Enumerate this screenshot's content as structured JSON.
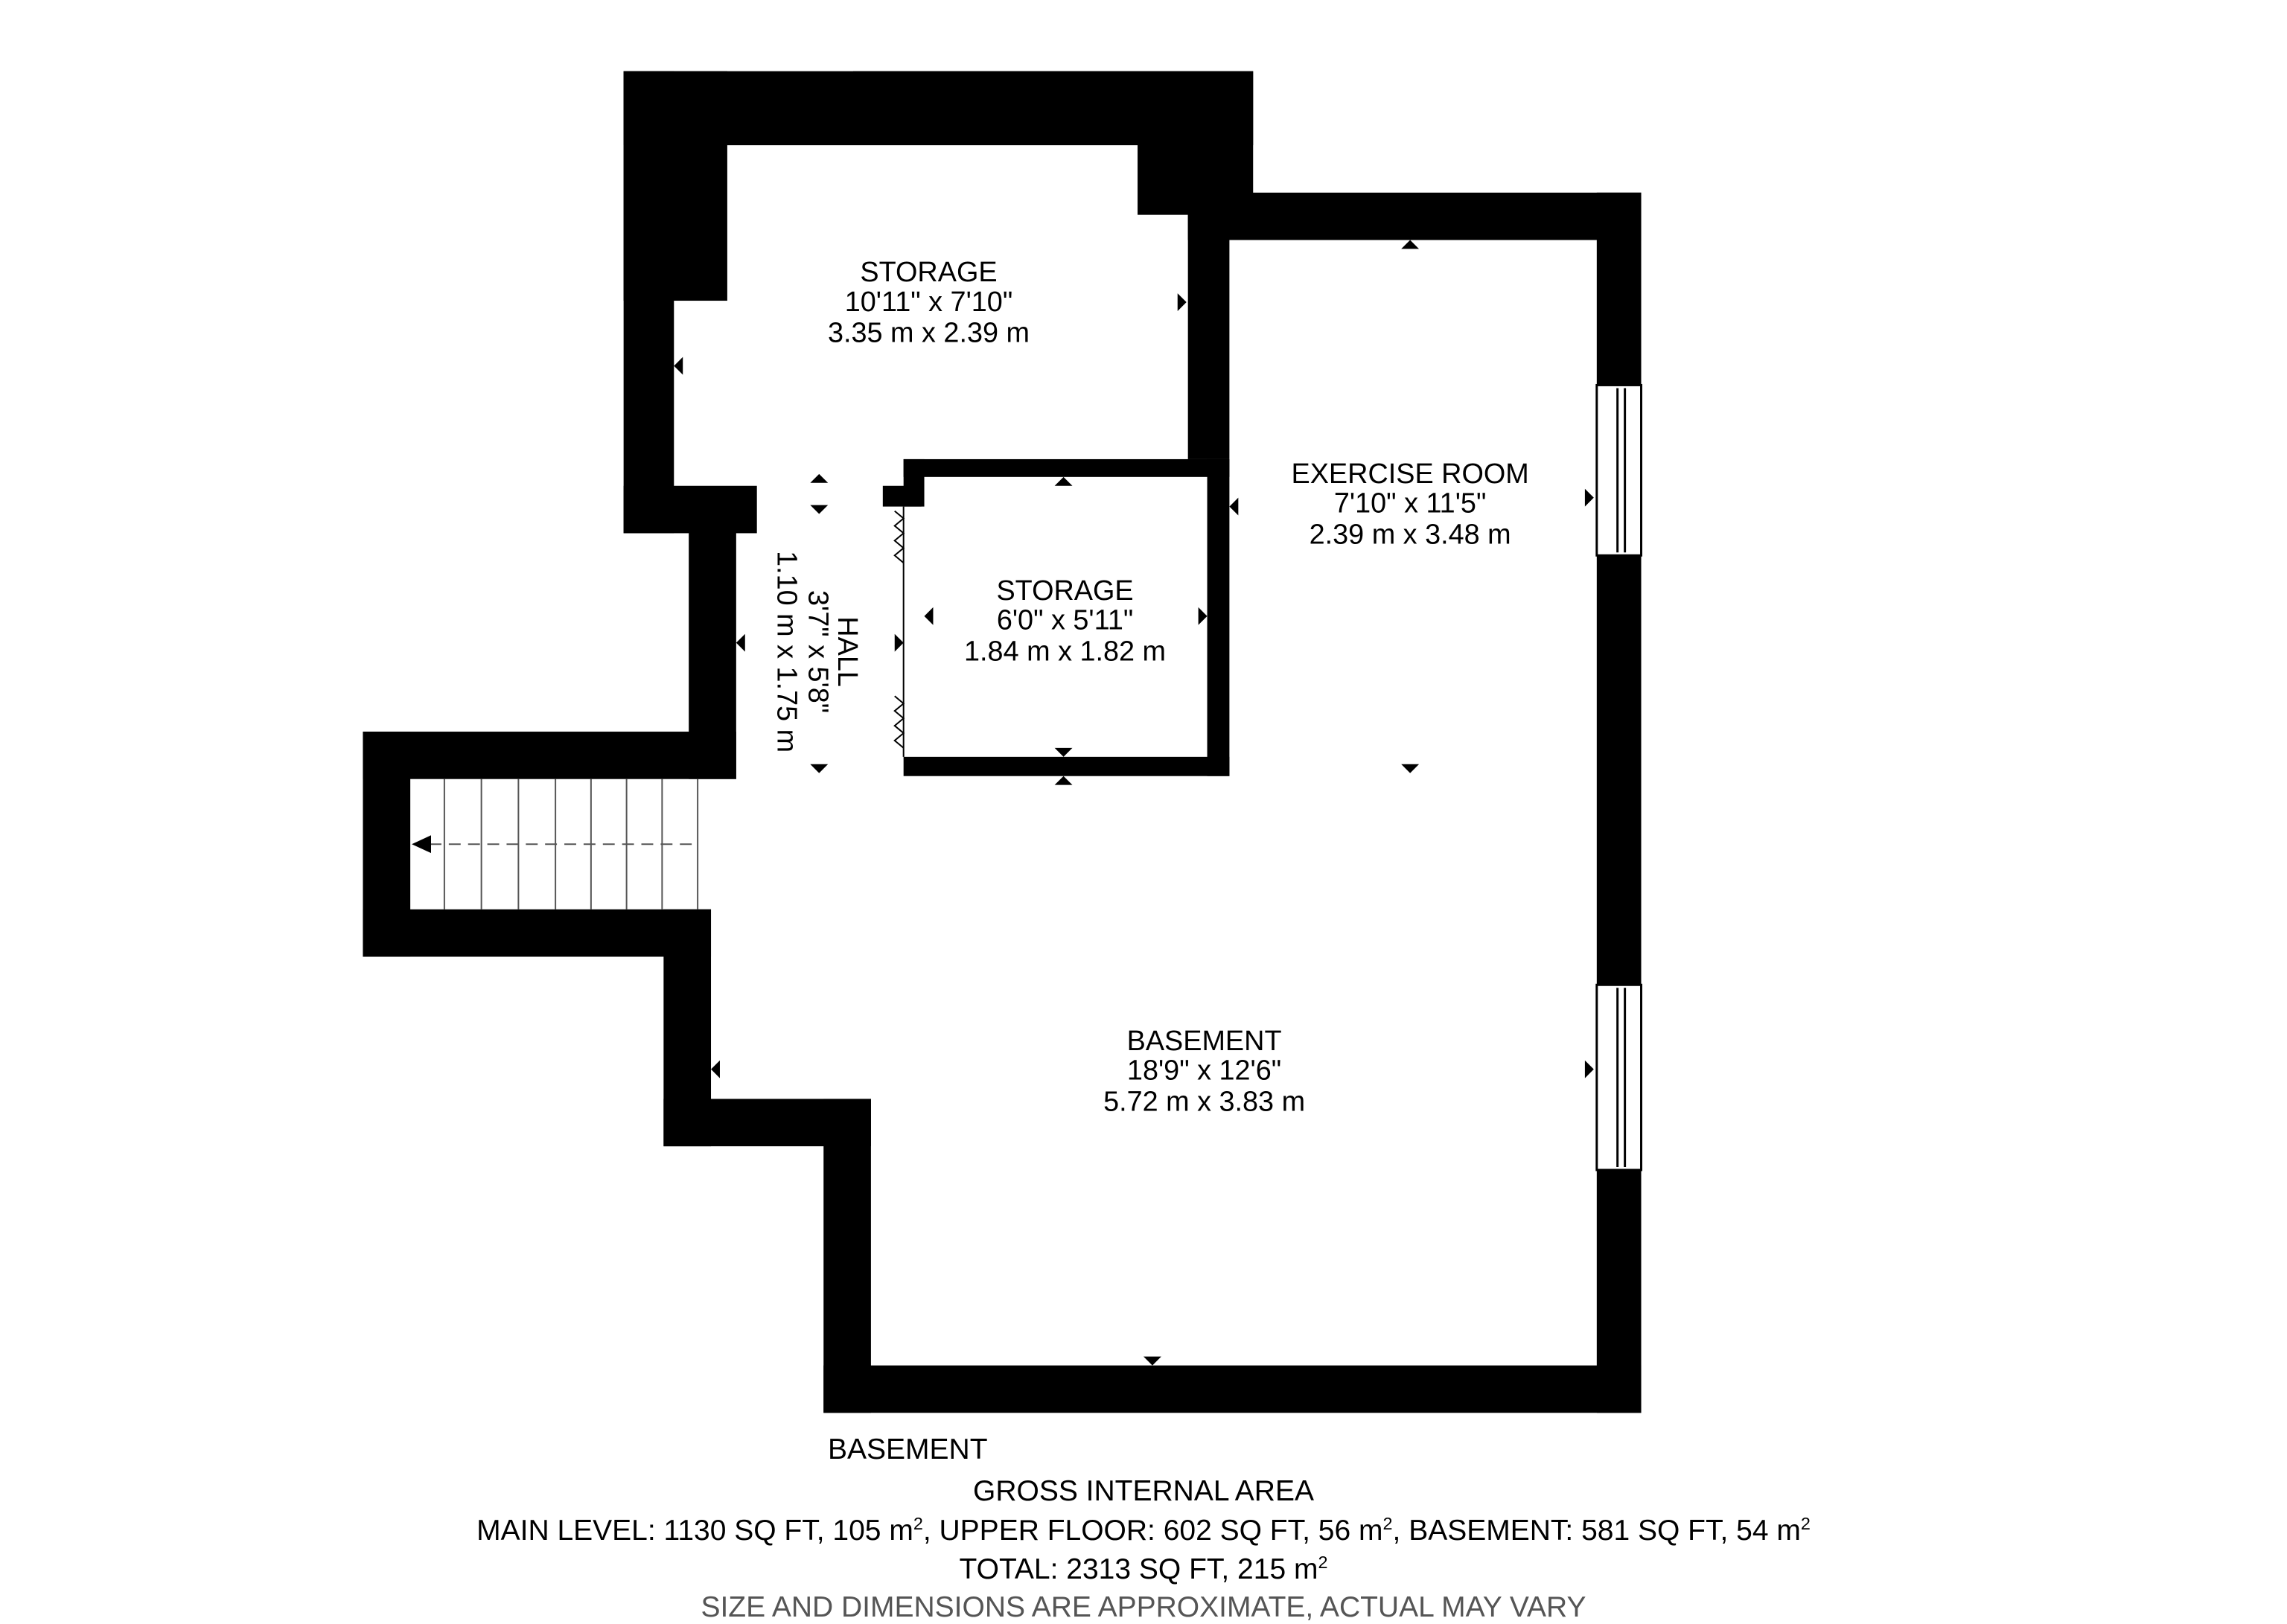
{
  "rooms": {
    "storage_top": {
      "name": "STORAGE",
      "imperial": "10'11\" x 7'10\"",
      "metric": "3.35 m x 2.39 m"
    },
    "exercise": {
      "name": "EXERCISE ROOM",
      "imperial": "7'10\" x 11'5\"",
      "metric": "2.39 m x 3.48 m"
    },
    "storage_small": {
      "name": "STORAGE",
      "imperial": "6'0\" x 5'11\"",
      "metric": "1.84 m x 1.82 m"
    },
    "hall": {
      "name": "HALL",
      "imperial": "3'7\" x 5'8\"",
      "metric": "1.10 m x 1.75 m"
    },
    "basement": {
      "name": "BASEMENT",
      "imperial": "18'9\" x 12'6\"",
      "metric": "5.72 m x 3.83 m"
    }
  },
  "footer": {
    "floor_name": "BASEMENT",
    "gia_title": "GROSS INTERNAL AREA",
    "main_label": "MAIN LEVEL: 1130 SQ FT, 105 m",
    "upper_label": ", UPPER FLOOR: 602 SQ FT, 56 m",
    "basement_label": ", BASEMENT: 581 SQ FT, 54 m",
    "total_label": "TOTAL: 2313 SQ FT, 215 m",
    "sup": "2",
    "disclaimer": "SIZE AND DIMENSIONS ARE APPROXIMATE, ACTUAL MAY VARY"
  },
  "colors": {
    "wall": "#000000",
    "background": "#ffffff",
    "disclaimer": "#555555"
  }
}
